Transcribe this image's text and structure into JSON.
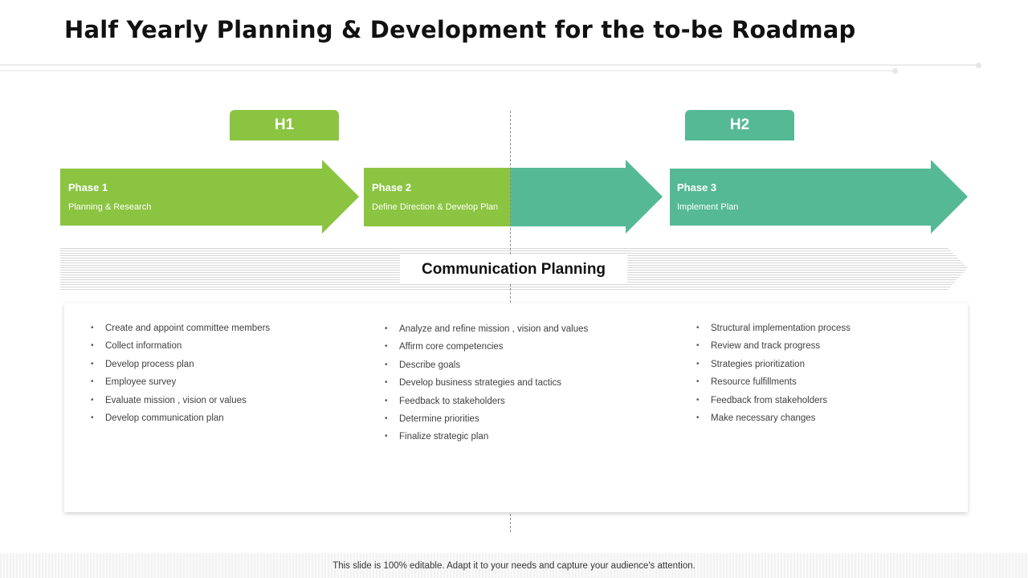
{
  "title": "Half Yearly Planning & Development for the to-be Roadmap",
  "colors": {
    "green_light": "#8bc441",
    "green_teal": "#55b996",
    "band_gray": "#dcdcdc"
  },
  "halves": [
    {
      "label": "H1",
      "color": "#8bc441"
    },
    {
      "label": "H2",
      "color": "#55b996"
    }
  ],
  "phases": [
    {
      "label": "Phase 1",
      "desc": "Planning & Research"
    },
    {
      "label": "Phase 2",
      "desc": "Define Direction & Develop Plan"
    },
    {
      "label": "Phase 3",
      "desc": "Implement Plan"
    }
  ],
  "communication": {
    "label": "Communication Planning"
  },
  "columns": [
    {
      "items": [
        "Create and appoint committee members",
        "Collect information",
        "Develop process plan",
        "Employee survey",
        "Evaluate mission , vision or values",
        "Develop communication plan"
      ]
    },
    {
      "items": [
        "Analyze  and refine mission , vision and values",
        "Affirm core competencies",
        "Describe goals",
        "Develop business strategies and tactics",
        "Feedback to stakeholders",
        "Determine priorities",
        "Finalize strategic plan"
      ]
    },
    {
      "items": [
        "Structural implementation process",
        "Review and track progress",
        "Strategies prioritization",
        "Resource fulfillments",
        "Feedback from stakeholders",
        "Make necessary changes"
      ]
    }
  ],
  "footer": "This slide is 100% editable. Adapt it to your needs and capture your audience's attention."
}
